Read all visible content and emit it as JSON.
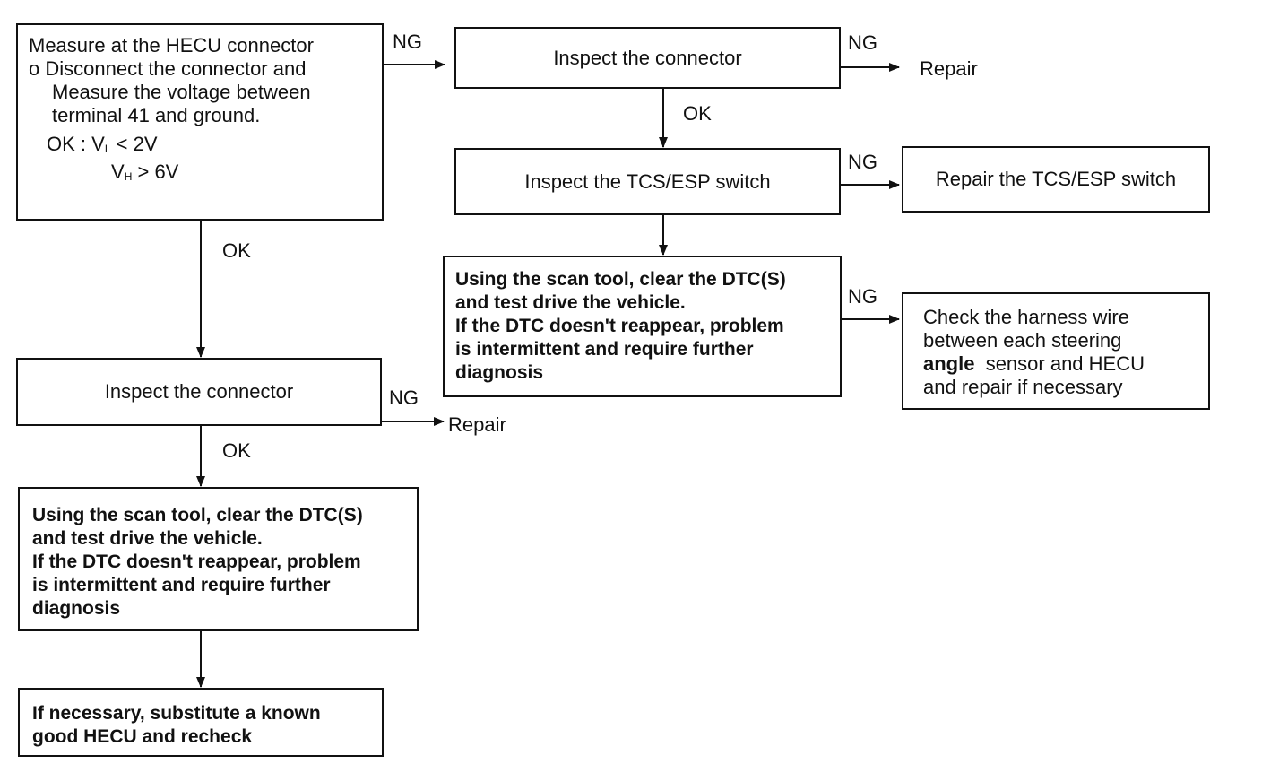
{
  "box_measure": {
    "title": "Measure at the HECU connector",
    "bullet": "o",
    "line2": "Disconnect the connector and",
    "line3": "Measure the voltage between",
    "line4": "terminal  41 and ground.",
    "ok_prefix": "OK :",
    "vl_main": "V",
    "vl_sub": "L",
    "vl_rest": "< 2V",
    "vh_main": "V",
    "vh_sub": "H",
    "vh_rest": "> 6V"
  },
  "box_inspect_connector_top": {
    "text": "Inspect the connector"
  },
  "box_inspect_switch": {
    "text": "Inspect the TCS/ESP switch"
  },
  "box_repair_switch": {
    "text": "Repair the TCS/ESP switch"
  },
  "box_scan_right": {
    "lines": [
      "Using the scan tool, clear the DTC(S)",
      "and test drive the vehicle.",
      "If the DTC doesn't reappear, problem",
      "is intermittent and require further",
      "diagnosis"
    ]
  },
  "box_harness": {
    "line1": "Check the harness wire",
    "line2": "between each steering",
    "line3_bold": "angle",
    "line3_rest": "  sensor and HECU",
    "line4": "and repair if necessary"
  },
  "box_inspect_connector_left": {
    "text": "Inspect the connector"
  },
  "box_scan_left": {
    "lines": [
      "Using the scan tool, clear the DTC(S)",
      "and test drive the vehicle.",
      "If the DTC doesn't reappear, problem",
      "is intermittent and require further",
      "diagnosis"
    ]
  },
  "box_substitute": {
    "lines": [
      "If necessary, substitute a known",
      "good HECU and recheck"
    ]
  },
  "labels": {
    "ng_measure": "NG",
    "ng_connector_top": "NG",
    "repair_top": "Repair",
    "ok_connector_top": "OK",
    "ng_switch": "NG",
    "ng_scan_right": "NG",
    "ok_measure": "OK",
    "ng_connector_left": "NG",
    "repair_left": "Repair",
    "ok_connector_left": "OK"
  }
}
